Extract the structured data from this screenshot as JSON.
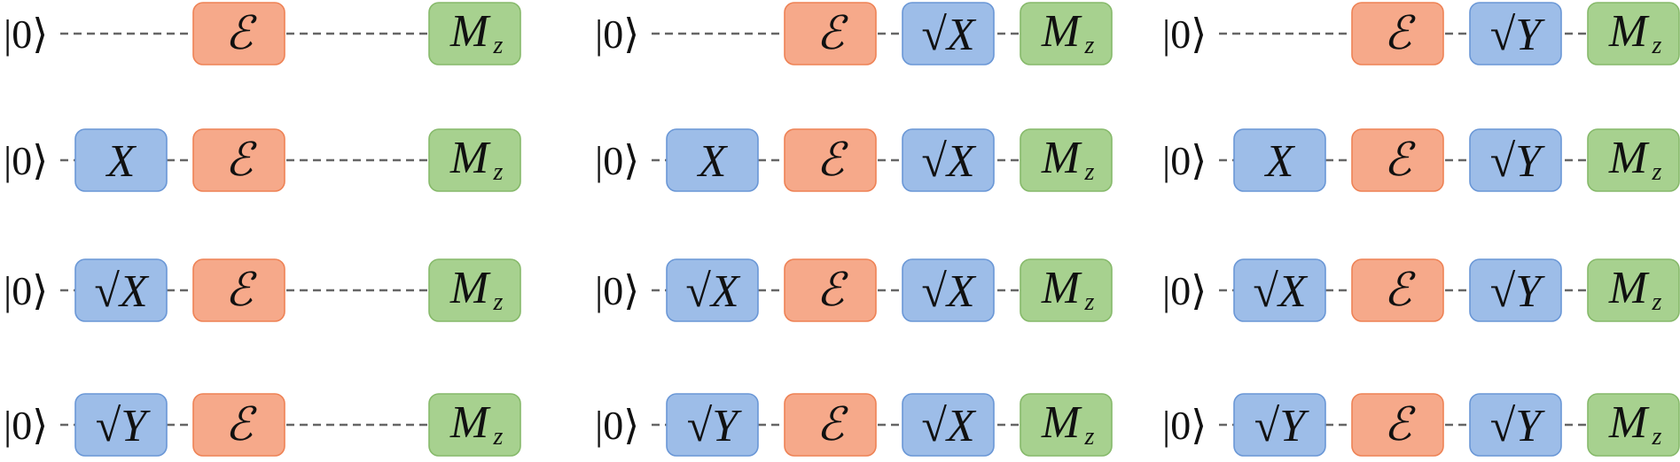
{
  "colors": {
    "blue_fill": "#9dbde8",
    "blue_stroke": "#6a97d6",
    "orange_fill": "#f6a98a",
    "orange_stroke": "#ee8255",
    "green_fill": "#a7d18f",
    "green_stroke": "#86b96a",
    "wire": "#666666"
  },
  "labels": {
    "ket": "|0⟩",
    "X": "X",
    "sqrtX": "√X",
    "sqrtY": "√Y",
    "E": "ℰ",
    "M": "M",
    "M_sub": "z"
  },
  "circuits": [
    {
      "pre": "",
      "post": ""
    },
    {
      "pre": "X",
      "post": ""
    },
    {
      "pre": "sqrtX",
      "post": ""
    },
    {
      "pre": "sqrtY",
      "post": ""
    },
    {
      "pre": "",
      "post": "sqrtX"
    },
    {
      "pre": "X",
      "post": "sqrtX"
    },
    {
      "pre": "sqrtX",
      "post": "sqrtX"
    },
    {
      "pre": "sqrtY",
      "post": "sqrtX"
    },
    {
      "pre": "",
      "post": "sqrtY"
    },
    {
      "pre": "X",
      "post": "sqrtY"
    },
    {
      "pre": "sqrtX",
      "post": "sqrtY"
    },
    {
      "pre": "sqrtY",
      "post": "sqrtY"
    }
  ]
}
